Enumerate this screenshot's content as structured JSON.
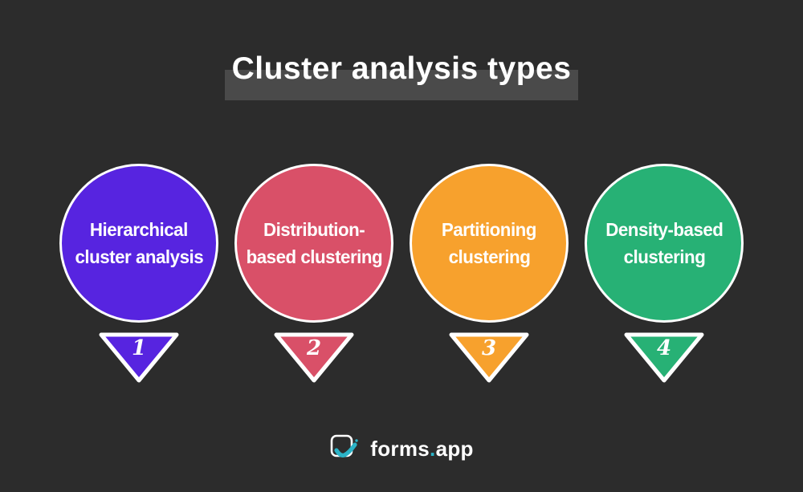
{
  "page": {
    "background": "#2c2c2c"
  },
  "title": {
    "text": "Cluster analysis types",
    "highlight_color": "#4a4a4a"
  },
  "clusters": [
    {
      "number": "1",
      "lines": [
        "Hierarchical",
        "cluster analysis"
      ],
      "color": "#5724e0"
    },
    {
      "number": "2",
      "lines": [
        "Distribution-",
        "based clustering"
      ],
      "color": "#d95068"
    },
    {
      "number": "3",
      "lines": [
        "Partitioning",
        "clustering"
      ],
      "color": "#f7a12d"
    },
    {
      "number": "4",
      "lines": [
        "Density-based",
        "clustering"
      ],
      "color": "#27b175"
    }
  ],
  "footer": {
    "brand_prefix": "forms",
    "brand_separator": ".",
    "brand_suffix": "app",
    "accent_color": "#2bb3c7"
  }
}
